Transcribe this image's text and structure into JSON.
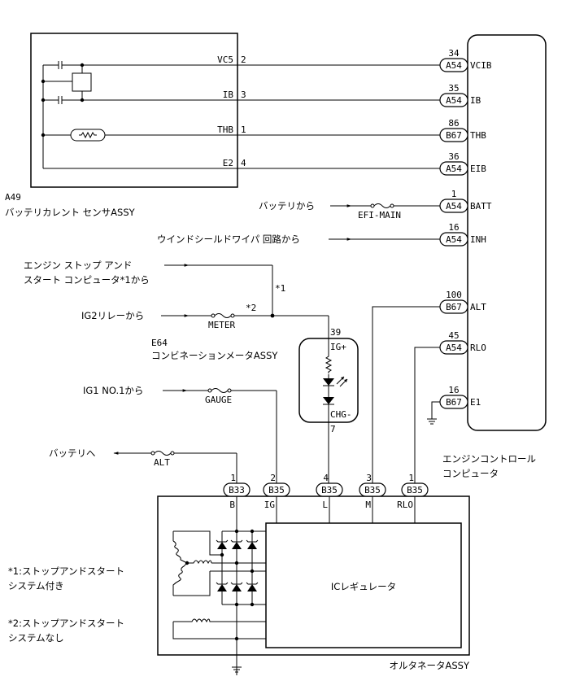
{
  "sensor": {
    "id": "A49",
    "name": "バッテリカレント センサASSY",
    "pins": [
      {
        "name": "VC5",
        "num": "2"
      },
      {
        "name": "IB",
        "num": "3"
      },
      {
        "name": "THB",
        "num": "1"
      },
      {
        "name": "E2",
        "num": "4"
      }
    ]
  },
  "ecu": {
    "name_line1": "エンジンコントロール",
    "name_line2": "コンピュータ",
    "pins": [
      {
        "num": "34",
        "conn": "A54",
        "name": "VCIB"
      },
      {
        "num": "35",
        "conn": "A54",
        "name": "IB"
      },
      {
        "num": "86",
        "conn": "B67",
        "name": "THB"
      },
      {
        "num": "36",
        "conn": "A54",
        "name": "EIB"
      },
      {
        "num": "1",
        "conn": "A54",
        "name": "BATT"
      },
      {
        "num": "16",
        "conn": "A54",
        "name": "INH"
      },
      {
        "num": "100",
        "conn": "B67",
        "name": "ALT"
      },
      {
        "num": "45",
        "conn": "A54",
        "name": "RLO"
      },
      {
        "num": "16",
        "conn": "B67",
        "name": "E1"
      }
    ]
  },
  "sources": {
    "battery_from": "バッテリから",
    "efi_fuse": "EFI-MAIN",
    "wiper_from": "ウインドシールドワイパ 回路から",
    "engine_stop_line1": "エンジン ストップ アンド",
    "engine_stop_line2": "スタート コンピュータ*1から",
    "star1": "*1",
    "star2": "*2",
    "ig2_from": "IG2リレーから",
    "meter_fuse": "METER",
    "ig1_from": "IG1 NO.1から",
    "gauge_fuse": "GAUGE",
    "battery_to": "バッテリへ",
    "alt_fuse": "ALT"
  },
  "meter": {
    "id": "E64",
    "name": "コンビネーションメータASSY",
    "pin_top_num": "39",
    "pin_top_name": "IG+",
    "pin_bot_name": "CHG-",
    "pin_bot_num": "7"
  },
  "alternator": {
    "name": "オルタネータASSY",
    "regulator": "ICレギュレータ",
    "pins": [
      {
        "num": "1",
        "conn": "B33",
        "name": "B"
      },
      {
        "num": "2",
        "conn": "B35",
        "name": "IG"
      },
      {
        "num": "4",
        "conn": "B35",
        "name": "L"
      },
      {
        "num": "3",
        "conn": "B35",
        "name": "M"
      },
      {
        "num": "1",
        "conn": "B35",
        "name": "RLO"
      }
    ]
  },
  "notes": {
    "note1_line1": "*1:ストップアンドスタート",
    "note1_line2": "システム付き",
    "note2_line1": "*2:ストップアンドスタート",
    "note2_line2": "システムなし"
  }
}
